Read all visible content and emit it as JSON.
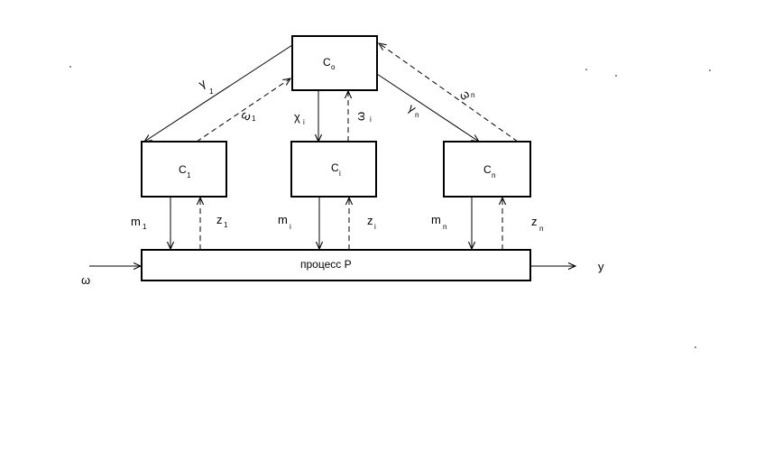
{
  "diagram": {
    "coordinator": {
      "label": "C",
      "sub": "o"
    },
    "subsystems": [
      {
        "label": "C",
        "sub": "1"
      },
      {
        "label": "C",
        "sub": "i"
      },
      {
        "label": "C",
        "sub": "n"
      }
    ],
    "process": {
      "label": "процесс P"
    },
    "input": {
      "label": "ω"
    },
    "output": {
      "label": "y"
    },
    "coord_down": [
      {
        "label": "γ",
        "sub": "1"
      },
      {
        "label": "χ",
        "sub": "i"
      },
      {
        "label": "γ",
        "sub": "n"
      }
    ],
    "coord_up": [
      {
        "label": "ω",
        "sub": "1"
      },
      {
        "label": "ω",
        "sub": "i"
      },
      {
        "label": "ω",
        "sub": "n"
      }
    ],
    "control": [
      {
        "label": "m",
        "sub": "1"
      },
      {
        "label": "m",
        "sub": "i"
      },
      {
        "label": "m",
        "sub": "n"
      }
    ],
    "feedback": [
      {
        "label": "z",
        "sub": "1"
      },
      {
        "label": "z",
        "sub": "i"
      },
      {
        "label": "z",
        "sub": "n"
      }
    ]
  }
}
